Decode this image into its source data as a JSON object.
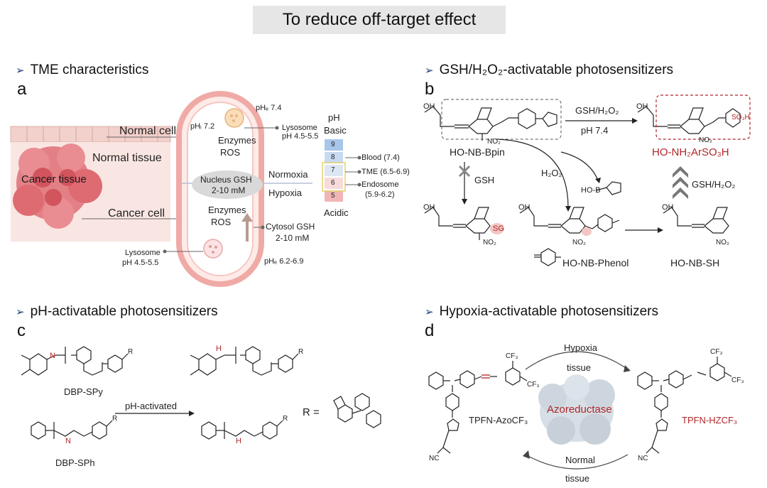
{
  "title": "To reduce off-target effect",
  "sections": {
    "tme": "TME characteristics",
    "gsh": "GSH/H₂O₂-activatable photosensitizers",
    "ph": "pH-activatable photosensitizers",
    "hypoxia": "Hypoxia-activatable photosensitizers"
  },
  "panels": {
    "a": "a",
    "b": "b",
    "c": "c",
    "d": "d"
  },
  "panel_a": {
    "normal_cell": "Normal cell",
    "normal_tissue": "Normal tissue",
    "cancer_tissue": "Cancer tissue",
    "cancer_cell": "Cancer cell",
    "phe_top": "pHₑ 7.4",
    "phi": "pHᵢ 7.2",
    "enzymes_top": "Enzymes",
    "ros_top": "ROS",
    "lysosome_top_1": "Lysosome",
    "lysosome_top_2": "pH 4.5-5.5",
    "nucleus_1": "Nucleus GSH",
    "nucleus_2": "2-10 mM",
    "normoxia": "Normoxia",
    "hypoxia": "Hypoxia",
    "enzymes_bot": "Enzymes",
    "ros_bot": "ROS",
    "cytosol_1": "Cytosol GSH",
    "cytosol_2": "2-10 mM",
    "lysosome_bot_1": "Lysosome",
    "lysosome_bot_2": "pH  4.5-5.5",
    "phe_bot": "pHₑ  6.2-6.9",
    "scale_ph": "pH",
    "scale_basic": "Basic",
    "scale_acidic": "Acidic",
    "scale_values": [
      "9",
      "8",
      "7",
      "6",
      "5"
    ],
    "blood": "Blood (7.4)",
    "tme_range": "TME (6.5-6.9)",
    "endosome_1": "Endosome",
    "endosome_2": "(5.9-6.2)"
  },
  "panel_b": {
    "bpin": "HO-NB-Bpin",
    "reagent_1": "GSH/H₂O₂",
    "reagent_2": "pH 7.4",
    "product_name": "HO-NH₂ArSO₃H",
    "so3h": "SO₃H",
    "gsh_blocked": "GSH",
    "h2o2": "H₂O₂",
    "gsh_h2o2_up": "GSH/H₂O₂",
    "sg": "SG",
    "phenol": "HO-NB-Phenol",
    "sh": "HO-NB-SH",
    "oh": "OH",
    "no2": "NO₂",
    "ho_b": "HO-B"
  },
  "panel_c": {
    "dbp_spy": "DBP-SPy",
    "dbp_sph": "DBP-SPh",
    "ph_activated": "pH-activated",
    "r_eq": "R =",
    "r": "R"
  },
  "panel_d": {
    "hypoxia_tissue_1": "Hypoxia",
    "hypoxia_tissue_2": "tissue",
    "normal_tissue_1": "Normal",
    "normal_tissue_2": "tissue",
    "azoreductase": "Azoreductase",
    "tpfn_azo": "TPFN-AzoCF₃",
    "tpfn_hz": "TPFN-HZCF₃",
    "cf3": "CF₃",
    "cn": "NC"
  },
  "colors": {
    "accent_red": "#b0262a",
    "cell_pink": "#f3c2c0",
    "cancer_red": "#d9575f",
    "arrow_navy": "#1f3f7a",
    "scale_blue": "#9dbbe0",
    "scale_pink": "#f1b5b5"
  }
}
